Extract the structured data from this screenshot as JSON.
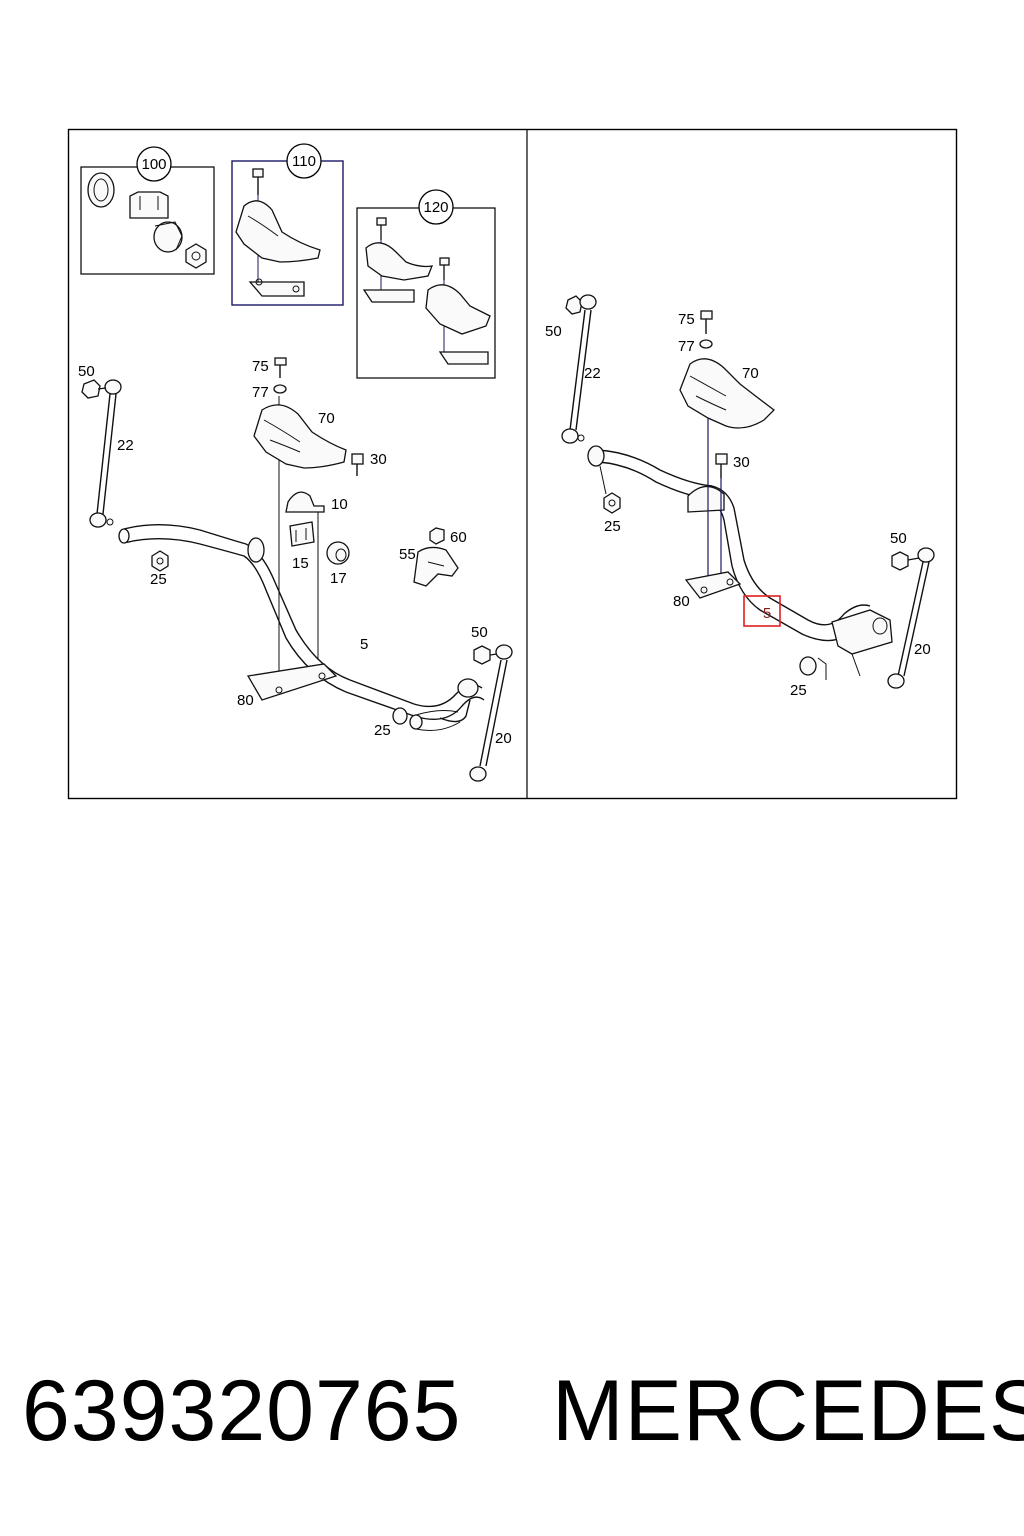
{
  "footer": {
    "part_number": "639320765",
    "brand": "MERCEDES"
  },
  "left_panel": {
    "callouts": {
      "c100": "100",
      "c110": "110",
      "c120": "120",
      "p50a": "50",
      "p22": "22",
      "p75": "75",
      "p77": "77",
      "p70": "70",
      "p30": "30",
      "p10": "10",
      "p15": "15",
      "p17": "17",
      "p60": "60",
      "p55": "55",
      "p25a": "25",
      "p5": "5",
      "p80": "80",
      "p50b": "50",
      "p25b": "25",
      "p20": "20"
    }
  },
  "right_panel": {
    "callouts": {
      "p50a": "50",
      "p22": "22",
      "p75": "75",
      "p77": "77",
      "p70": "70",
      "p30": "30",
      "p25a": "25",
      "p80": "80",
      "p5": "5",
      "p50b": "50",
      "p20": "20",
      "p25b": "25"
    },
    "highlight_color": "#e02020"
  }
}
